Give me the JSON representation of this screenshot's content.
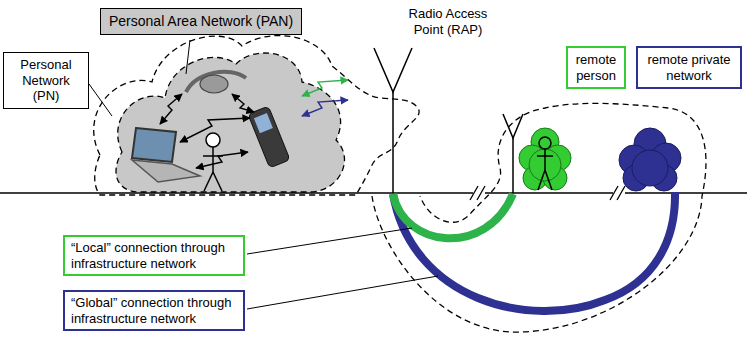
{
  "diagram": {
    "nodes": [
      {
        "text": [
          "Personal Area Network (PAN)"
        ]
      },
      {
        "text": [
          "Personal Network (PN)"
        ]
      },
      {
        "text": [
          "remote person"
        ]
      },
      {
        "text": [
          "remote private network"
        ]
      },
      {
        "text": [
          "“Local” connection through infrastructure network"
        ]
      },
      {
        "text": [
          "“Global” connection through infrastructure network"
        ]
      }
    ],
    "labels": [
      "Radio Access Point (RAP)"
    ]
  }
}
